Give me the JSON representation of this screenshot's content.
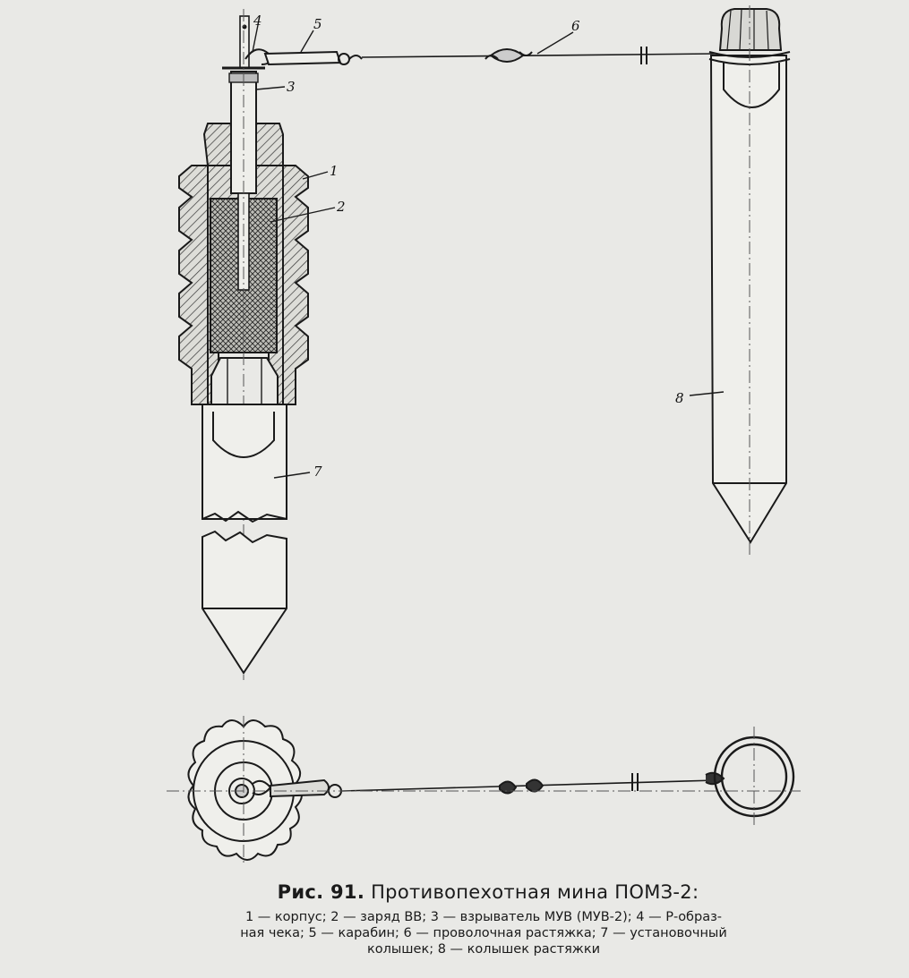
{
  "figure": {
    "callouts": [
      "1",
      "2",
      "3",
      "4",
      "5",
      "6",
      "7",
      "8"
    ],
    "caption_number": "Рис. 91.",
    "caption_title": "Противопехотная мина ПОМЗ-2:",
    "legend_line1": "1 — корпус; 2 — заряд ВВ; 3 — взрыватель МУВ (МУВ-2); 4 — Р-образ-",
    "legend_line2": "ная чека; 5 — карабин; 6 — проволочная растяжка; 7 — установочный",
    "legend_line3": "колышек; 8 — колышек растяжки"
  }
}
